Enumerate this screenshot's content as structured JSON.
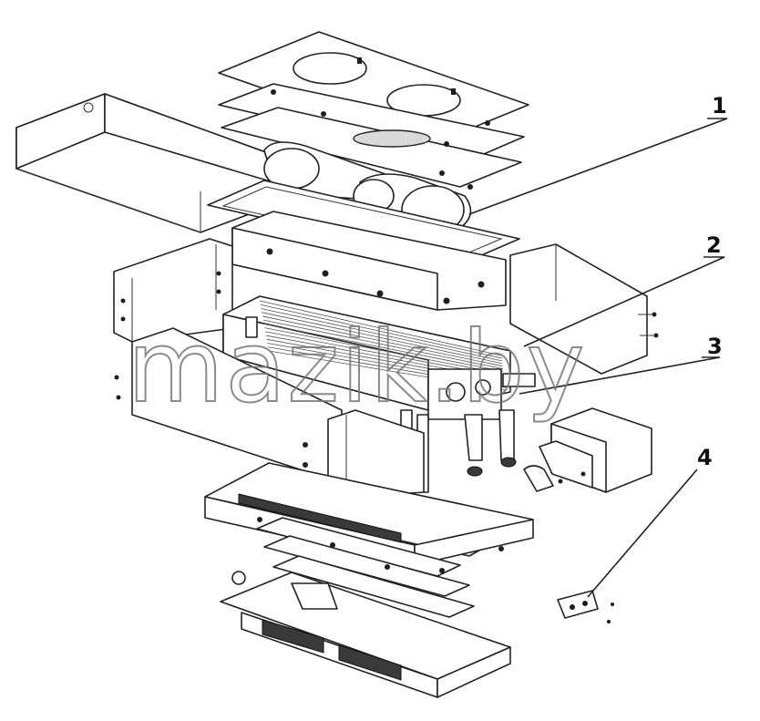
{
  "diagram": {
    "callouts": [
      {
        "id": "callout-1",
        "label": "1"
      },
      {
        "id": "callout-2",
        "label": "2"
      },
      {
        "id": "callout-3",
        "label": "3"
      },
      {
        "id": "callout-4",
        "label": "4"
      }
    ],
    "watermark": "mazik.by"
  },
  "colors": {
    "line": "#222222",
    "fill": "#ffffff",
    "shade": "#d9d9d9",
    "watermark": "#777777"
  }
}
